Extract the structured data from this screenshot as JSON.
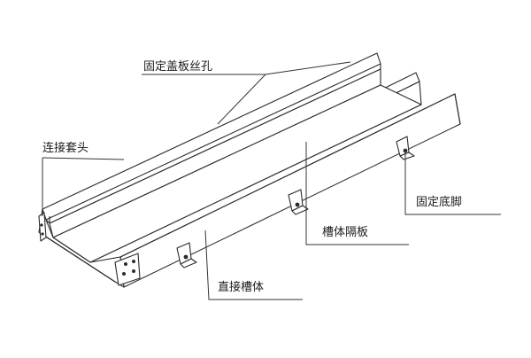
{
  "diagram": {
    "labels": {
      "cover_screw_hole": "固定盖板丝孔",
      "connector_sleeve": "连接套头",
      "fixed_foot": "固定底脚",
      "trough_divider": "槽体隔板",
      "straight_trough": "直接槽体"
    }
  }
}
